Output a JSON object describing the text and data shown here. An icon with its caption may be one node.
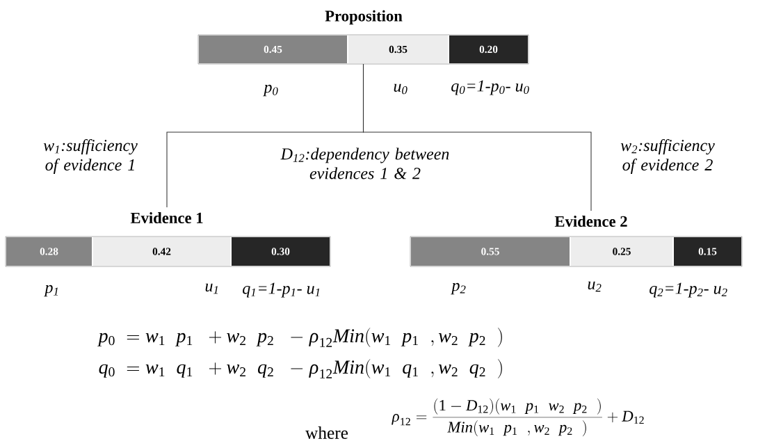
{
  "diagram": {
    "nodes": [
      {
        "text": [
          "Proposition"
        ]
      },
      {
        "text": [
          "0.45"
        ],
        "in": 0,
        "beside": [
          "p$_{0}$"
        ]
      },
      {
        "text": [
          "0.35"
        ],
        "in": 0,
        "beside": [
          "u$_{0}$"
        ]
      },
      {
        "text": [
          "0.20"
        ],
        "in": 0,
        "beside": [
          "q$_{0}$=1-p$_{0}$- u$_{0}$"
        ]
      },
      {
        "text": [
          "Evidence 1"
        ]
      },
      {
        "text": [
          "0.28"
        ],
        "in": 4,
        "beside": [
          "p$_{1}$"
        ]
      },
      {
        "text": [
          "0.42"
        ],
        "in": 4,
        "beside": [
          "u$_{1}$"
        ]
      },
      {
        "text": [
          "0.30"
        ],
        "in": 4,
        "beside": [
          "q$_{1}$=1-p$_{1}$- u$_{1}$"
        ]
      },
      {
        "text": [
          "Evidence 2"
        ]
      },
      {
        "text": [
          "0.55"
        ],
        "in": 8,
        "beside": [
          "p$_{2}$"
        ]
      },
      {
        "text": [
          "0.25"
        ],
        "in": 8,
        "beside": [
          "u$_{2}$"
        ]
      },
      {
        "text": [
          "0.15"
        ],
        "in": 8,
        "beside": [
          "q$_{2}$=1-p$_{2}$- u$_{2}$"
        ]
      }
    ],
    "edges": [
      {
        "from": 0,
        "to": 4,
        "arrow": "none"
      },
      {
        "from": 0,
        "to": 8,
        "arrow": "none"
      }
    ],
    "labels": [
      "w$_{1}$:sufficiency of evidence 1",
      "D$_{12}$:dependency between evidences 1 & 2",
      "w$_{2}$:sufficiency of evidence 2",
      "p_{0} \\;= w_{1}\\;\\; p_{1}\\;\\; + w_{2}\\;\\; p_{2}\\;\\; - \\rho_{12} Min(w_{1}\\;\\; p_{1}\\;\\;, w_{2}\\;\\; p_{2}\\;\\;)",
      "q_{0} \\;= w_{1}\\;\\; q_{1}\\;\\; + w_{2}\\;\\; q_{2}\\;\\; - \\rho_{12} Min(w_{1}\\;\\; q_{1}\\;\\;, w_{2}\\;\\; q_{2}\\;\\;)",
      "where",
      "\\rho_{12} = \\frac{(1 - D_{12})(w_{1}\\;\\; p_{1}\\;\\; w_{2}\\;\\; p_{2}\\;\\;)}{Min(w_{1}\\;\\; p_{1}\\;\\;, w_{2}\\;\\; p_{2}\\;\\;)} + D_{12}"
    ]
  }
}
